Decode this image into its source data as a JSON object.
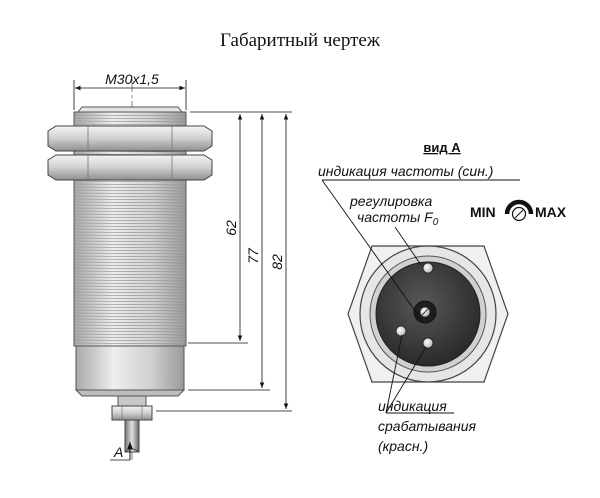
{
  "title": "Габаритный чертеж",
  "thread_label": "M30x1,5",
  "dimensions": {
    "d62": "62",
    "d77": "77",
    "d82": "82"
  },
  "view_marker": "A",
  "view": {
    "title": "вид А",
    "freq_indication": "индикация частоты (син.)",
    "freq_adjust_line1": "регулировка",
    "freq_adjust_line2": "частоты F",
    "freq_adjust_sub": "0",
    "min_label": "MIN",
    "max_label": "MAX",
    "trigger_line1": "индикация",
    "trigger_line2": "срабатывания",
    "trigger_line3": "(красн.)"
  },
  "colors": {
    "thread_body": "#d6d6d6",
    "face_dark": "#3c3c3c",
    "ring": "#e8e8e8",
    "nut": "#dcdcdc"
  }
}
